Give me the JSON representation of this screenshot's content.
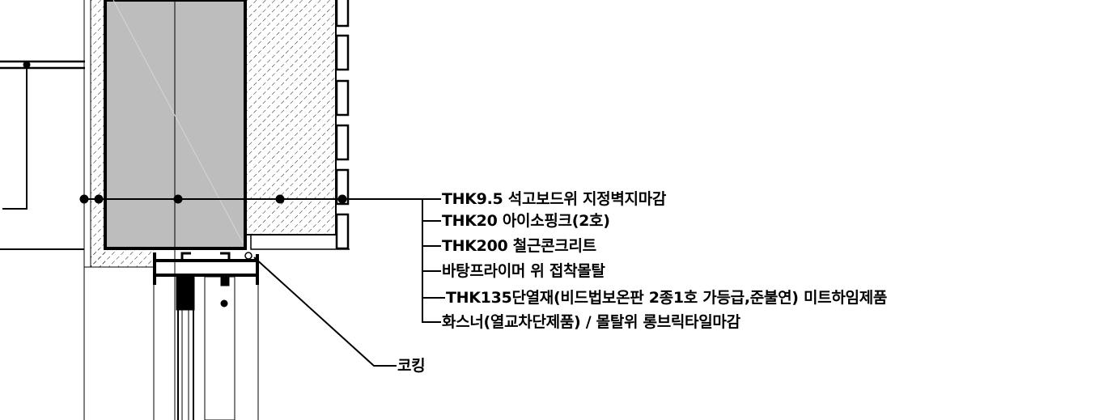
{
  "drawing": {
    "colors": {
      "line": "#000000",
      "insulation_fill": "#bdbdbd",
      "background": "#ffffff"
    },
    "labels": [
      "THK9.5 석고보드위 지정벽지마감",
      "THK20 아이소핑크(2호)",
      "THK200 철근콘크리트",
      "바탕프라이머 위 접착몰탈",
      "THK135단열재(비드법보온판 2종1호 가등급,준불연) 미트하임제품",
      "화스너(열교차단제품)  /  몰탈위 롱브릭타일마감"
    ],
    "caulking_label": "코킹"
  }
}
